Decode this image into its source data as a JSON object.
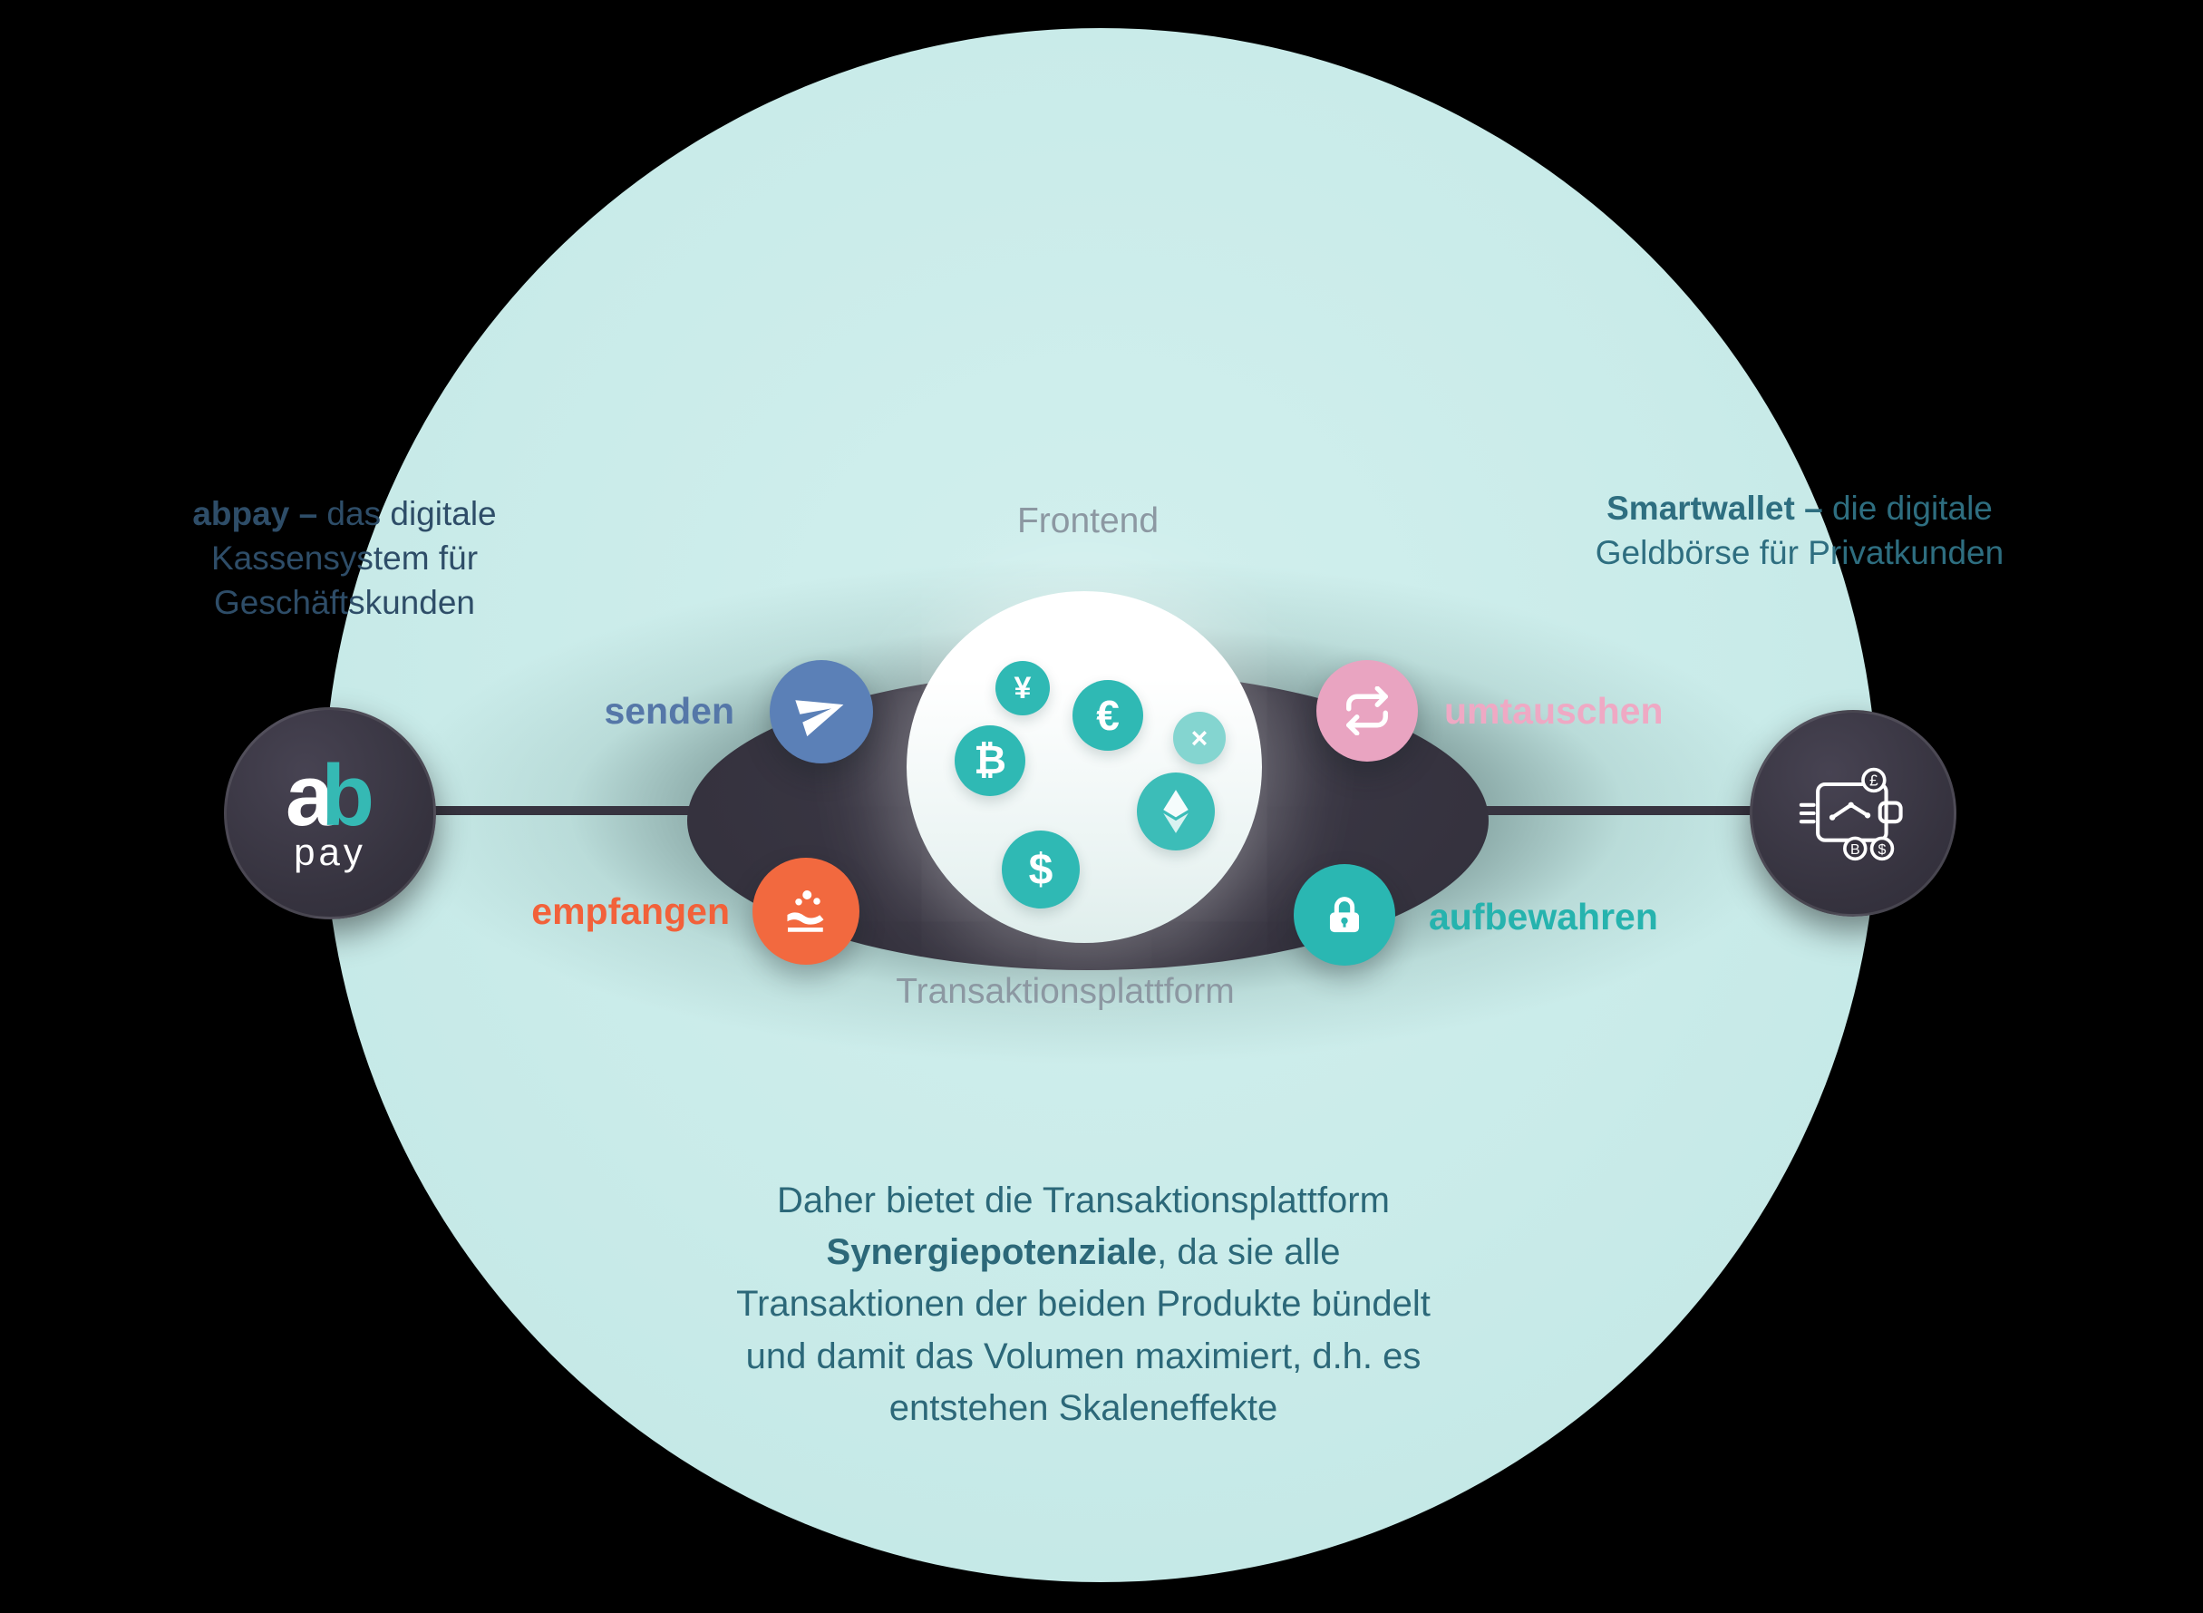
{
  "colors": {
    "page_bg": "#000000",
    "mint_circle": "#c9ebe9",
    "platform_dark": "#373440",
    "node_dark": "#36333f",
    "accent_blue": "#5b80b7",
    "accent_orange": "#f2693f",
    "accent_pink": "#e9a4c1",
    "accent_teal": "#2ab7b2",
    "coin_teal": "#2fb9b4",
    "muted_label": "#8c98a2"
  },
  "frontend_label": "Frontend",
  "platform_label": "Transaktionsplattform",
  "left_product": {
    "line1_bold": "abpay –",
    "line1_rest": " das digitale",
    "line2": "Kassensystem für",
    "line3": "Geschäftskunden",
    "logo_a": "a",
    "logo_b": "b",
    "logo_sub": "pay"
  },
  "right_product": {
    "line1_bold": "Smartwallet –",
    "line1_rest": " die digitale",
    "line2": "Geldbörse für Privatkunden"
  },
  "actions": {
    "senden": {
      "label": "senden",
      "color": "#5b80b7",
      "label_color": "#5577a8",
      "icon": "paper-plane-icon"
    },
    "empfangen": {
      "label": "empfangen",
      "color": "#f2693f",
      "label_color": "#f2613a",
      "icon": "hand-coins-icon"
    },
    "umtauschen": {
      "label": "umtauschen",
      "color": "#e9a4c1",
      "label_color": "#efa9c4",
      "icon": "exchange-arrows-icon"
    },
    "aufbewahren": {
      "label": "aufbewahren",
      "color": "#2ab7b2",
      "label_color": "#26b3ae",
      "icon": "lock-icon"
    }
  },
  "currencies": [
    {
      "name": "yen",
      "symbol": "¥"
    },
    {
      "name": "euro",
      "symbol": "€"
    },
    {
      "name": "bitcoin",
      "symbol": "₿"
    },
    {
      "name": "xrp",
      "symbol": "×"
    },
    {
      "name": "ethereum",
      "symbol": ""
    },
    {
      "name": "dollar",
      "symbol": "$"
    }
  ],
  "bottom_text": {
    "line1": "Daher bietet die Transaktionsplattform",
    "line2_bold": "Synergiepotenziale",
    "line2_rest": ", da sie alle",
    "line3": "Transaktionen der beiden Produkte bündelt",
    "line4": "und damit das Volumen maximiert, d.h. es",
    "line5": "entstehen Skaleneffekte"
  }
}
